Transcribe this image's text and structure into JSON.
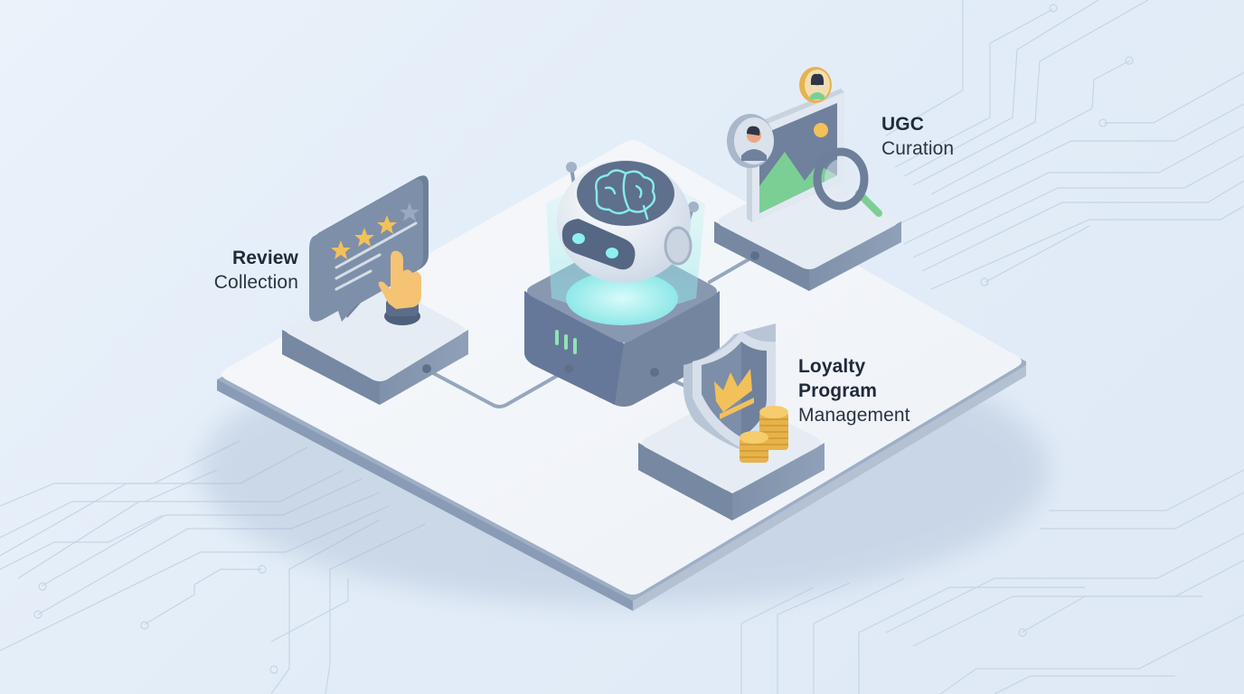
{
  "diagram": {
    "type": "isometric-hub-and-spoke",
    "colors": {
      "background": "#e6eff9",
      "platform_top": "#f3f6fa",
      "platform_edge": "#a9b8cc",
      "node_body": "#7d8ea8",
      "node_top": "#e4eaf2",
      "accent_teal": "#7fe6e6",
      "accent_green": "#7ccf94",
      "accent_gold": "#f2c15a",
      "text": "#1f2a3a"
    },
    "hub": {
      "name": "AI Robot",
      "icons": [
        "robot-icon",
        "brain-icon"
      ]
    },
    "nodes": [
      {
        "id": "review",
        "title": "Review",
        "subtitle": "Collection",
        "icons": [
          "chat-bubble-icon",
          "star-rating-icon",
          "pointing-hand-icon"
        ]
      },
      {
        "id": "ugc",
        "title": "UGC",
        "subtitle": "Curation",
        "icons": [
          "image-icon",
          "user-avatar-icon",
          "magnifier-icon"
        ]
      },
      {
        "id": "loyalty",
        "title_line1": "Loyalty",
        "title_line2": "Program",
        "subtitle": "Management",
        "icons": [
          "shield-icon",
          "crown-icon",
          "coins-icon"
        ]
      }
    ],
    "connections": [
      {
        "from": "hub",
        "to": "review"
      },
      {
        "from": "hub",
        "to": "ugc"
      },
      {
        "from": "hub",
        "to": "loyalty"
      }
    ]
  }
}
